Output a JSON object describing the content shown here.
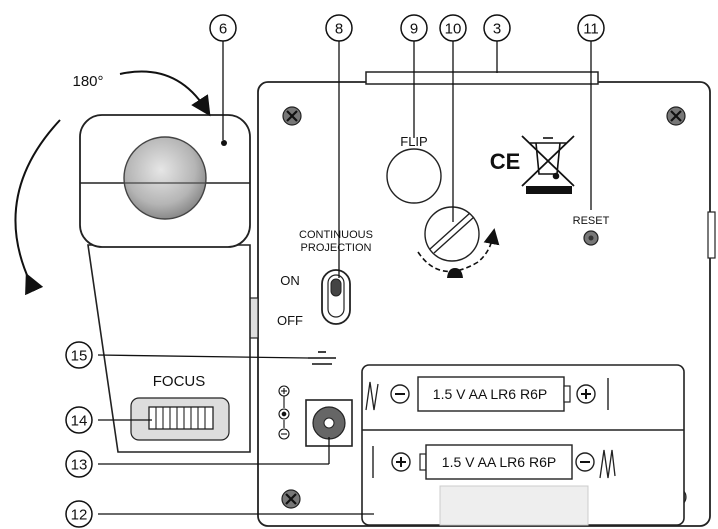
{
  "callouts": [
    "6",
    "8",
    "9",
    "10",
    "3",
    "11",
    "15",
    "14",
    "13",
    "12"
  ],
  "labels": {
    "rotation": "180°",
    "flip": "FLIP",
    "ce": "CE",
    "reset": "RESET",
    "continuous_line1": "CONTINUOUS",
    "continuous_line2": "PROJECTION",
    "on": "ON",
    "off": "OFF",
    "focus": "FOCUS",
    "plus": "+",
    "minus": "−"
  },
  "batteries": [
    {
      "label": "1.5 V AA LR6 R6P"
    },
    {
      "label": "1.5 V AA LR6 R6P"
    }
  ]
}
